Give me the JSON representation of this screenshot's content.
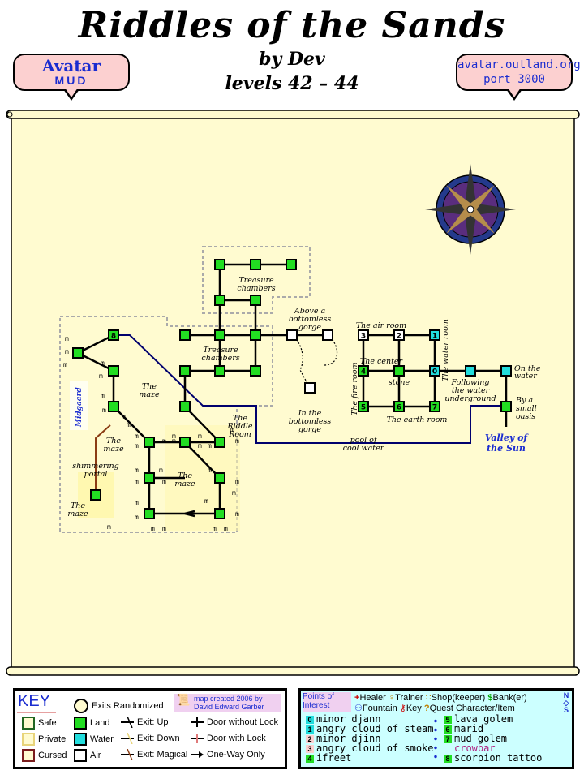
{
  "header": {
    "title": "Riddles of the Sands",
    "author": "by Dev",
    "levels": "levels 42 – 44",
    "left_banner": {
      "line1": "Avatar",
      "line2": "MUD"
    },
    "right_banner": {
      "line1": "avatar.outland.org",
      "line2": "port 3000"
    }
  },
  "colors": {
    "land": "#22dd22",
    "water": "#22dddd",
    "air": "#ffffff",
    "parchment": "#fffbd0",
    "safe_border": "#226622",
    "private_border": "#e8d47a",
    "cursed_border": "#7a1c1c",
    "route": "#00006e",
    "portal_path": "#8b3c14"
  },
  "map_labels": {
    "treasure1": [
      "Treasure",
      "chambers"
    ],
    "treasure2": [
      "Treasure",
      "chambers"
    ],
    "above_gorge": [
      "Above a",
      "bottomless",
      "gorge"
    ],
    "in_gorge": [
      "In the",
      "bottomless",
      "gorge"
    ],
    "air_room": "The air room",
    "water_room": "The water room",
    "fire_room": "The fire room",
    "earth_room": "The earth room",
    "center": "The center",
    "stone": "stone",
    "following": [
      "Following",
      "the water",
      "underground"
    ],
    "on_water": [
      "On the",
      "water"
    ],
    "oasis": [
      "By a",
      "small",
      "oasis"
    ],
    "valley": [
      "Valley of",
      "the Sun"
    ],
    "pool": [
      "pool of",
      "cool water"
    ],
    "riddle_room": [
      "The",
      "Riddle",
      "Room"
    ],
    "maze": [
      "The",
      "maze"
    ],
    "midgaard": "Midgaard",
    "portal": [
      "shimmering",
      "portal"
    ],
    "room_m": "m"
  },
  "key": {
    "title": "KEY",
    "exits_randomized": "Exits Randomized",
    "credit": [
      "map created 2006 by",
      "David Edward Garber"
    ],
    "zone_types": [
      "Safe",
      "Private",
      "Cursed"
    ],
    "terrain": [
      "Land",
      "Water",
      "Air"
    ],
    "exits": [
      "Exit: Up",
      "Exit: Down",
      "Exit: Magical"
    ],
    "doors": [
      "Door without Lock",
      "Door with Lock",
      "One-Way Only"
    ]
  },
  "poi": {
    "title": [
      "Points of",
      "Interest"
    ],
    "legend": [
      "Healer",
      "Trainer",
      "Shop(keeper)",
      "Bank(er)",
      "Fountain",
      "Key",
      "Quest Character/Item"
    ],
    "compass": [
      "N",
      "S"
    ],
    "items": [
      {
        "id": "0",
        "text": "minor djann"
      },
      {
        "id": "1",
        "text": "angry cloud of steam"
      },
      {
        "id": "2",
        "text": "minor djinn"
      },
      {
        "id": "3",
        "text": "angry cloud of smoke"
      },
      {
        "id": "4",
        "text": "ifreet"
      },
      {
        "id": "5",
        "text": "lava golem"
      },
      {
        "id": "6",
        "text": "marid"
      },
      {
        "id": "7",
        "text": "mud golem"
      },
      {
        "id": "",
        "text": "crowbar"
      },
      {
        "id": "8",
        "text": "scorpion tattoo"
      }
    ]
  }
}
